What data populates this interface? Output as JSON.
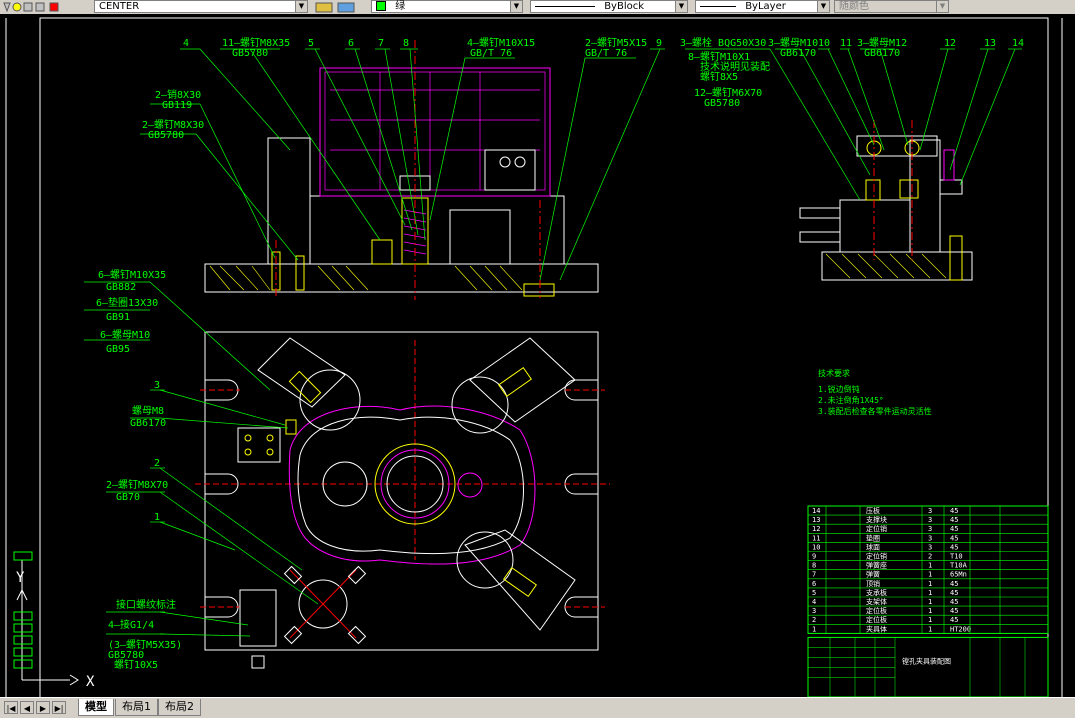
{
  "toolbar": {
    "linetype_value": "CENTER",
    "color_value": "绿",
    "linetype2_value": "ByBlock",
    "lineweight_value": "ByLayer",
    "plotstyle_value": "随颜色"
  },
  "tabs": [
    {
      "label": "模型",
      "active": true
    },
    {
      "label": "布局1",
      "active": false
    },
    {
      "label": "布局2",
      "active": false
    }
  ],
  "ucs": {
    "y": "Y",
    "x": "X"
  },
  "front_view": {
    "balloons": [
      "4",
      "11—螺钉M8X35",
      "GB5780",
      "5",
      "6",
      "7",
      "8",
      "4—螺钉M10X15",
      "GB/T 76",
      "2—螺钉M5X15",
      "GB/T 76",
      "9"
    ],
    "left_notes": [
      "2—销8X30",
      "GB119",
      "2—螺钉M8X30",
      "GB5780"
    ]
  },
  "side_view": {
    "notes": [
      "3—螺栓 BQG50X30",
      "8—螺钉M10X1",
      "技术说明见装配",
      "螺钉8X5",
      "12—螺钉M6X70",
      "GB5780",
      "3—螺母M10",
      "GB6170",
      "10",
      "11",
      "3—螺母M12",
      "GB6170",
      "12",
      "13",
      "14"
    ]
  },
  "plan_view": {
    "left_notes": [
      "6—螺钉M10X35",
      "GB882",
      "6—垫圈13X30",
      "GB91",
      "6—螺母M10",
      "GB95",
      "3",
      "螺母M8",
      "GB6170",
      "2",
      "2—螺钉M8X70",
      "GB70",
      "1",
      "接口螺纹标注",
      "4—接G1/4",
      "(3—螺钉M5X35)",
      "GB5780",
      "螺钉10X5"
    ]
  },
  "tech_notes": {
    "title": "技术要求",
    "items": [
      "1.锐边倒钝",
      "2.未注倒角1X45°",
      "3.装配后检查各零件运动灵活性"
    ]
  },
  "bom": {
    "rows": [
      {
        "no": "14",
        "name": "压板",
        "qty": "3",
        "mat": "45"
      },
      {
        "no": "13",
        "name": "支撑块",
        "qty": "3",
        "mat": "45"
      },
      {
        "no": "12",
        "name": "定位销",
        "qty": "3",
        "mat": "45"
      },
      {
        "no": "11",
        "name": "垫圈",
        "qty": "3",
        "mat": "45"
      },
      {
        "no": "10",
        "name": "球面",
        "qty": "3",
        "mat": "45"
      },
      {
        "no": "9",
        "name": "定位销",
        "qty": "2",
        "mat": "T10"
      },
      {
        "no": "8",
        "name": "弹簧座",
        "qty": "1",
        "mat": "T10A"
      },
      {
        "no": "7",
        "name": "弹簧",
        "qty": "1",
        "mat": "65Mn"
      },
      {
        "no": "6",
        "name": "顶销",
        "qty": "1",
        "mat": "45"
      },
      {
        "no": "5",
        "name": "支承板",
        "qty": "1",
        "mat": "45"
      },
      {
        "no": "4",
        "name": "支架体",
        "qty": "1",
        "mat": "45"
      },
      {
        "no": "3",
        "name": "定位板",
        "qty": "1",
        "mat": "45"
      },
      {
        "no": "2",
        "name": "定位板",
        "qty": "1",
        "mat": "45"
      },
      {
        "no": "1",
        "name": "夹具体",
        "qty": "1",
        "mat": "HT200"
      }
    ],
    "title_block": "镗孔夹具装配图"
  },
  "colors": {
    "canvas": "#000000",
    "green": "#00ff00",
    "white": "#ffffff",
    "magenta": "#ff00ff",
    "red": "#ff0000",
    "yellow": "#ffff00"
  }
}
